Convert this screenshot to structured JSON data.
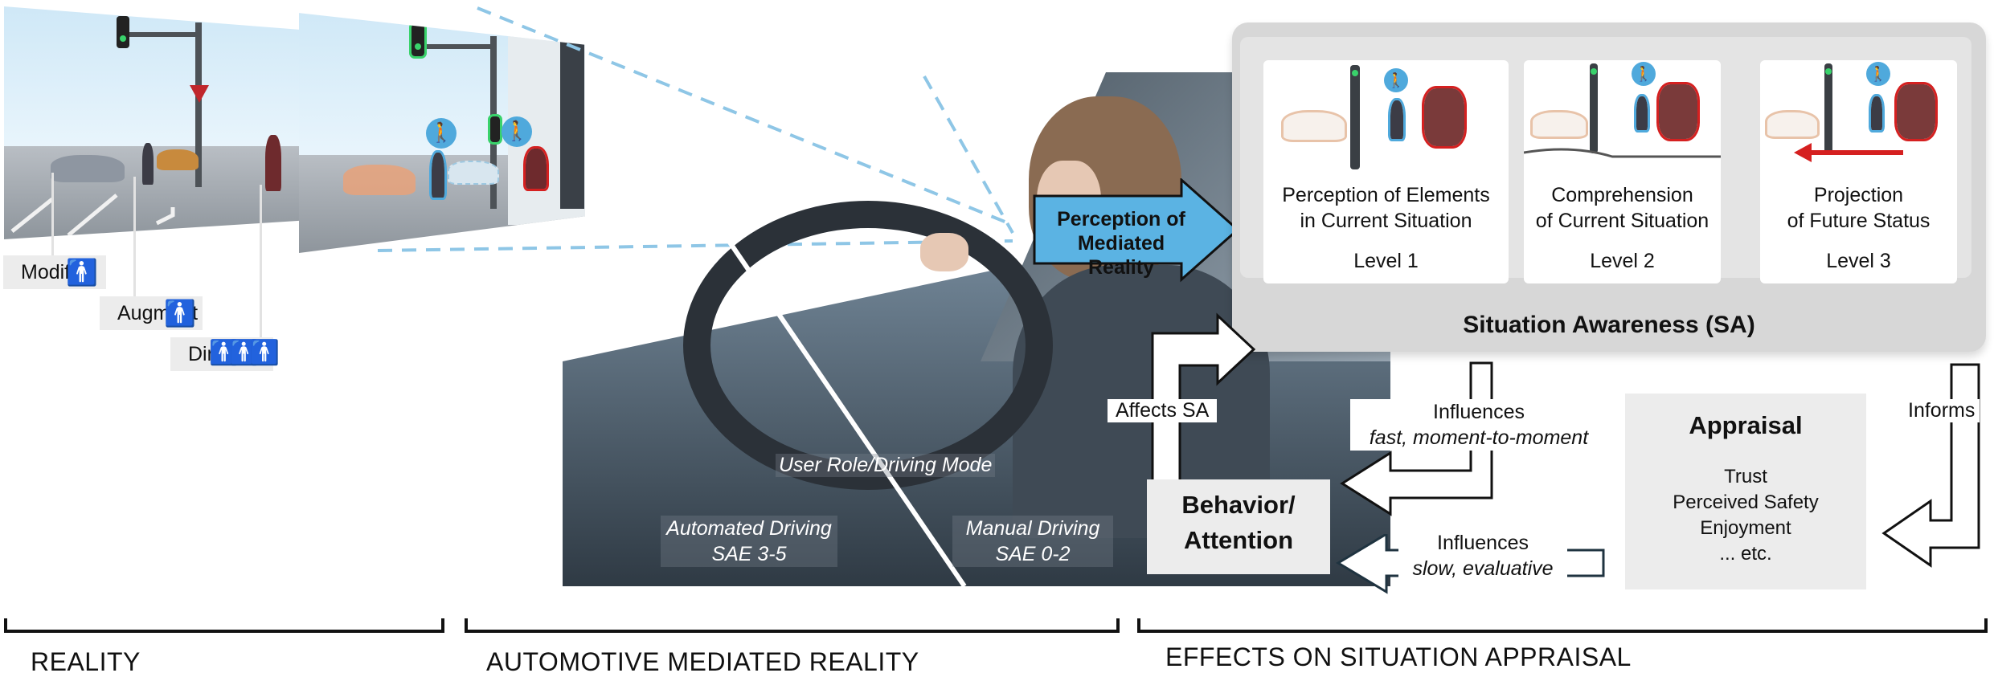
{
  "reality": {
    "labels": {
      "modify": "Modify",
      "augment": "Augment",
      "diminish": "Diminish"
    },
    "caption": "REALITY"
  },
  "mediated": {
    "caption": "AUTOMOTIVE MEDIATED REALITY",
    "perception_label": "Perception of Mediated Reality",
    "user_role_label": "User Role/Driving Mode",
    "automated_driving": "Automated Driving",
    "automated_sae": "SAE 3-5",
    "manual_driving": "Manual Driving",
    "manual_sae": "SAE 0-2"
  },
  "effects": {
    "caption": "EFFECTS ON SITUATION APPRAISAL",
    "sa_title": "Situation Awareness (SA)",
    "levels": [
      {
        "line1": "Perception of Elements",
        "line2": "in Current Situation",
        "level": "Level 1"
      },
      {
        "line1": "Comprehension",
        "line2": "of Current Situation",
        "level": "Level 2"
      },
      {
        "line1": "Projection",
        "line2": "of Future Status",
        "level": "Level 3"
      }
    ],
    "affects_sa": "Affects SA",
    "influences_fast": "Influences",
    "influences_fast_sub": "fast, moment-to-moment",
    "influences_slow": "Influences",
    "influences_slow_sub": "slow, evaluative",
    "behavior": "Behavior/",
    "attention": "Attention",
    "informs": "Informs",
    "appraisal": {
      "title": "Appraisal",
      "items": [
        "Trust",
        "Perceived Safety",
        "Enjoyment",
        "... etc."
      ]
    }
  },
  "colors": {
    "accent_blue": "#5bb3e3",
    "highlight_red": "#d52020",
    "highlight_orange": "#e8a27a",
    "arrow_dark": "#111111",
    "card_grey": "#d7d7d7"
  }
}
